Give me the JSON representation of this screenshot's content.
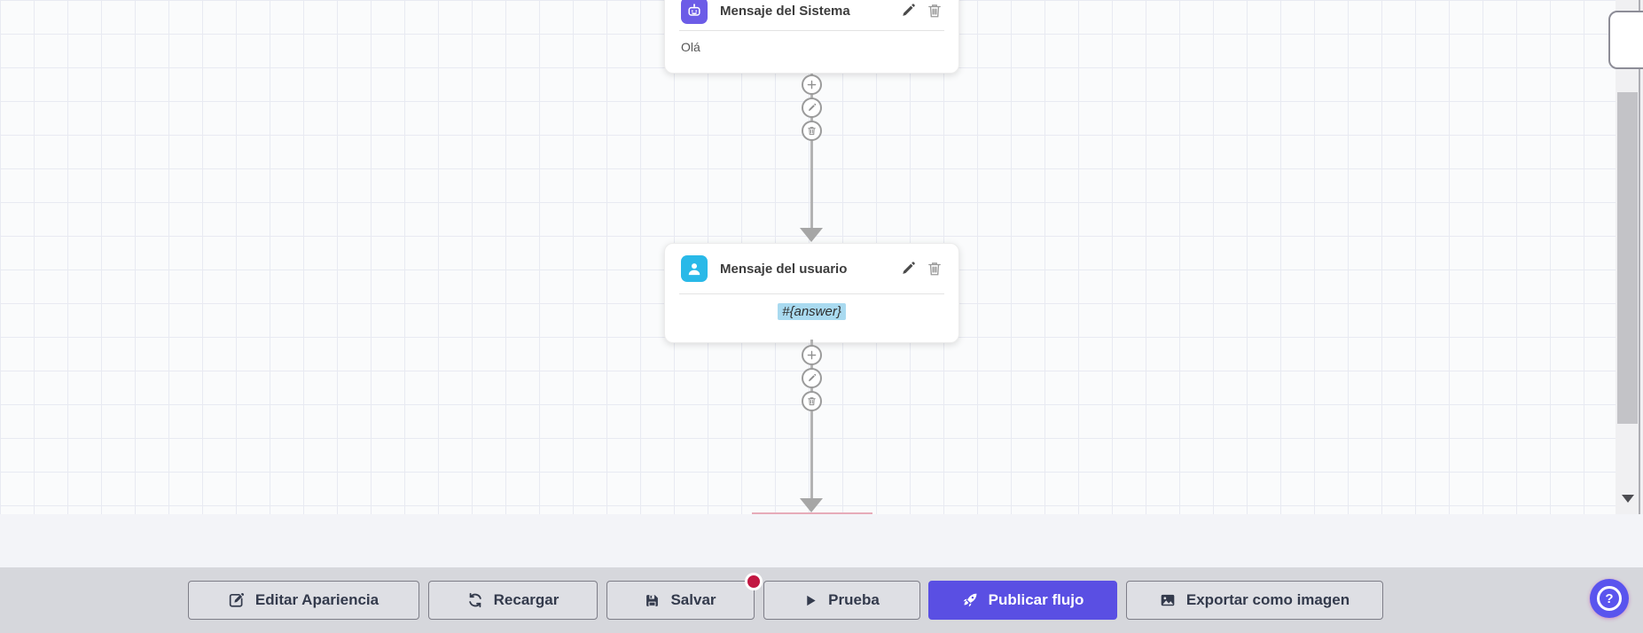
{
  "colors": {
    "accent": "#5a4fe3",
    "system_node_icon_bg": "#6c5ce7",
    "user_node_icon_bg": "#29b9e8",
    "unsaved_badge": "#c21742",
    "answer_highlight": "#a9daf0",
    "toolbar_bg": "#d6d7dc",
    "connector_gray": "#9b9b9b"
  },
  "flow": {
    "nodes": [
      {
        "title": "Mensaje del Sistema",
        "body": "Olá",
        "icon": "robot-icon"
      },
      {
        "title": "Mensaje del usuario",
        "body": "#{answer}",
        "icon": "user-icon",
        "body_highlighted": true
      }
    ],
    "node_actions": [
      "edit",
      "delete"
    ],
    "connector_actions": [
      "add",
      "edit",
      "delete"
    ]
  },
  "toolbar": {
    "buttons": [
      {
        "label": "Editar Apariencia",
        "icon": "edit-square-icon"
      },
      {
        "label": "Recargar",
        "icon": "refresh-icon"
      },
      {
        "label": "Salvar",
        "icon": "save-icon",
        "badge": "unsaved-changes-dot"
      },
      {
        "label": "Prueba",
        "icon": "play-icon"
      },
      {
        "label": "Publicar flujo",
        "icon": "rocket-icon",
        "primary": true
      },
      {
        "label": "Exportar como imagen",
        "icon": "image-icon"
      }
    ]
  },
  "help": {
    "label": "?"
  }
}
